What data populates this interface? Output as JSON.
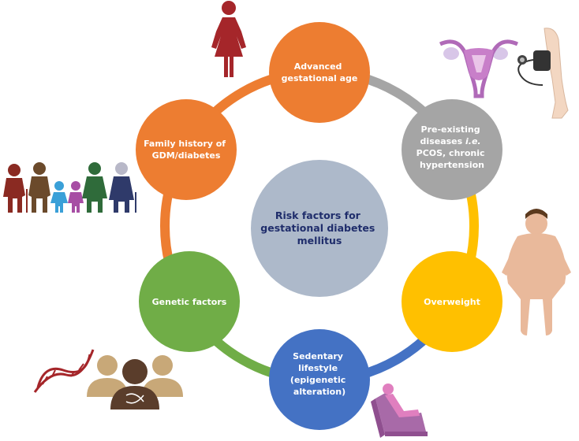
{
  "center": {
    "lines": [
      "Risk factors for",
      "gestational diabetes",
      "mellitus"
    ],
    "color": "#adb9ca",
    "text_color": "#1f2d6b"
  },
  "factors": [
    {
      "key": "age",
      "lines": [
        "Advanced",
        "gestational age"
      ],
      "color": "#ed7d31",
      "ring_color": "#ed7d31"
    },
    {
      "key": "preexisting",
      "lines": [
        "Pre-existing",
        "diseases i.e.",
        "PCOS, chronic",
        "hypertension"
      ],
      "italic": {
        "line": 1,
        "text": "i.e."
      },
      "color": "#a5a5a5",
      "ring_color": "#a5a5a5"
    },
    {
      "key": "overweight",
      "lines": [
        "Overweight"
      ],
      "color": "#ffc000",
      "ring_color": "#ffc000"
    },
    {
      "key": "sedentary",
      "lines": [
        "Sedentary",
        "lifestyle",
        "(epigenetic",
        "alteration)"
      ],
      "color": "#4472c4",
      "ring_color": "#4472c4"
    },
    {
      "key": "genetic",
      "lines": [
        "Genetic factors"
      ],
      "color": "#70ad47",
      "ring_color": "#70ad47"
    },
    {
      "key": "family",
      "lines": [
        "Family history of",
        "GDM/diabetes"
      ],
      "color": "#ed7d31",
      "ring_color": "#ed7d31"
    }
  ],
  "icons": [
    "woman-icon",
    "uterus-icon",
    "blood-pressure-cuff-icon",
    "obese-woman-icon",
    "reclining-chair-icon",
    "dna-helix-icon",
    "family-dna-icon",
    "family-group-icon"
  ]
}
